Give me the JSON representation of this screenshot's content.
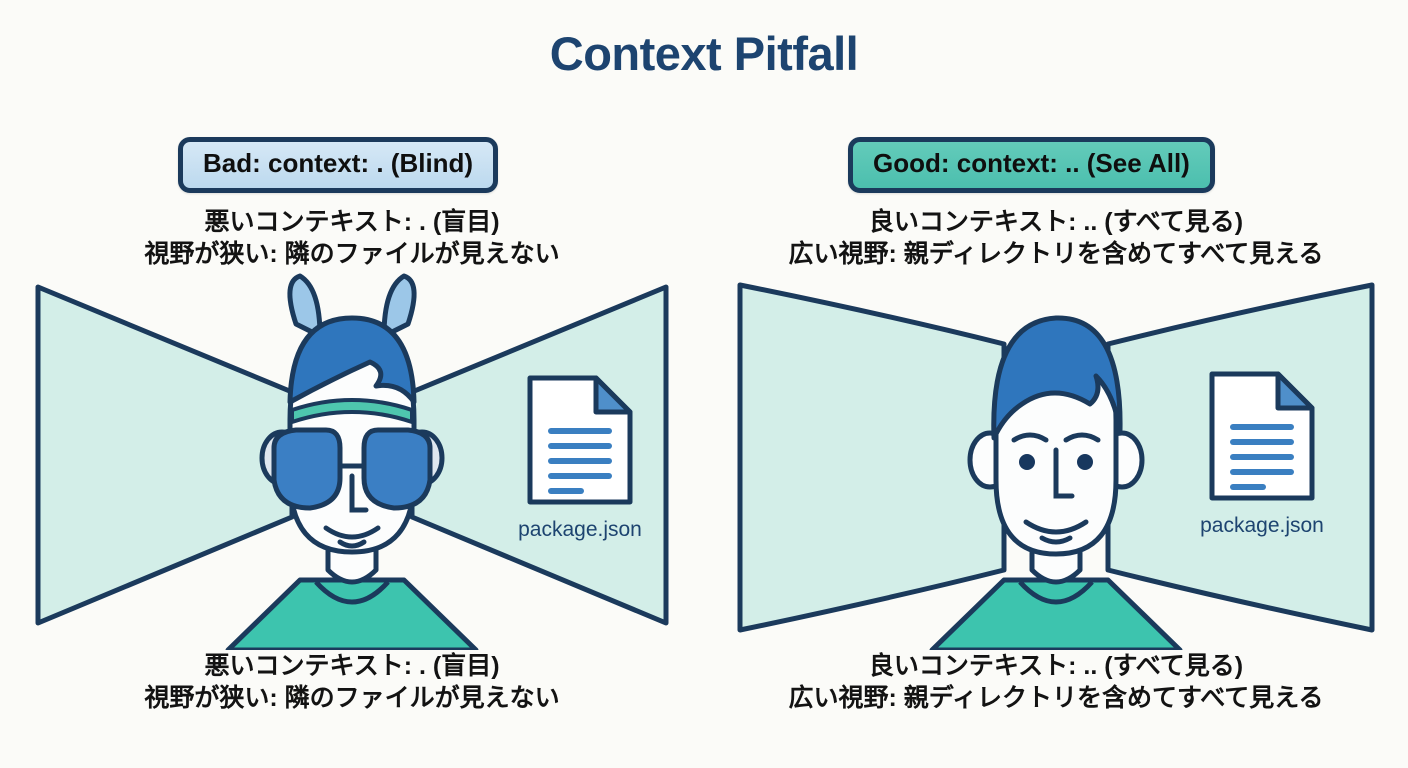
{
  "page": {
    "title": "Context Pitfall",
    "background_color": "#fbfbf8",
    "title_color": "#1d4470"
  },
  "colors": {
    "navy_outline": "#1b3a5c",
    "title_navy": "#1d4470",
    "cone_mint": "#d3eee8",
    "badge_bad_fill": "#cfe3f2",
    "badge_good_fill": "#5ec8b8",
    "hair_blue": "#2f76bd",
    "shirt_teal": "#3dc4ae",
    "goggle_blue": "#3b7fc4",
    "headband_teal": "#4ec6ae",
    "file_line_blue": "#3a7fc1"
  },
  "panels": {
    "left": {
      "badge_label": "Bad: context: . (Blind)",
      "caption_top": {
        "line1": "悪いコンテキスト: . (盲目)",
        "line2": "視野が狭い: 隣のファイルが見えない"
      },
      "caption_bottom": {
        "line1": "悪いコンテキスト: . (盲目)",
        "line2": "視野が狭い: 隣のファイルが見えない"
      },
      "file_label": "package.json",
      "figure": "blindered-face",
      "vision": "narrow-cone"
    },
    "right": {
      "badge_label": "Good: context: .. (See All)",
      "caption_top": {
        "line1": "良いコンテキスト: .. (すべて見る)",
        "line2": "広い視野: 親ディレクトリを含めてすべて見える"
      },
      "caption_bottom": {
        "line1": "良いコンテキスト: .. (すべて見る)",
        "line2": "広い視野: 親ディレクトリを含めてすべて見える"
      },
      "file_label": "package.json",
      "figure": "open-eyed-face",
      "vision": "wide-panorama"
    }
  }
}
